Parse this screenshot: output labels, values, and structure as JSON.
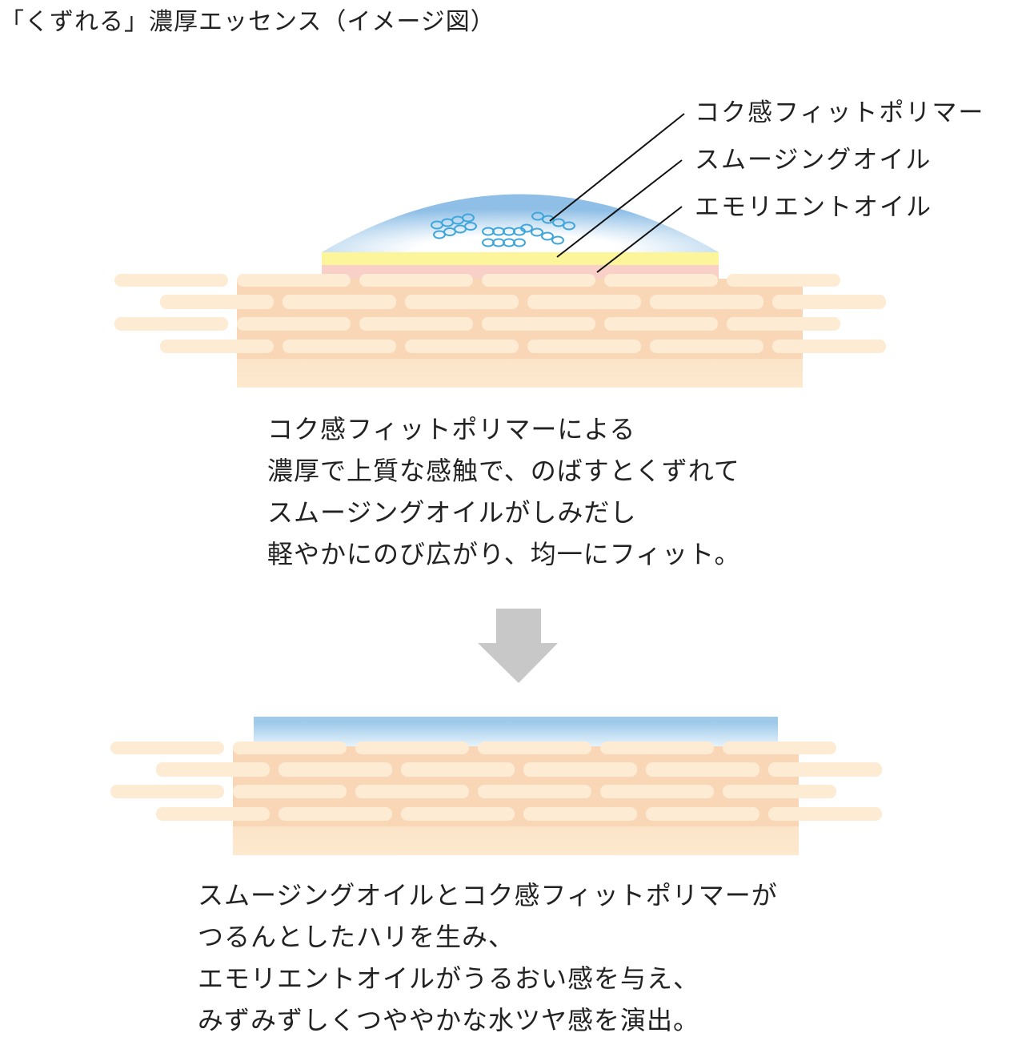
{
  "title": "「くずれる」濃厚エッセンス（イメージ図）",
  "labels": [
    "コク感フィットポリマー",
    "スムージングオイル",
    "エモリエントオイル"
  ],
  "description1": [
    "コク感フィットポリマーによる",
    "濃厚で上質な感触で、のばすとくずれて",
    "スムージングオイルがしみだし",
    "軽やかにのび広がり、均一にフィット。"
  ],
  "description2": [
    "スムージングオイルとコク感フィットポリマーが",
    "つるんとしたハリを生み、",
    "エモリエントオイルがうるおい感を与え、",
    "みずみずしくつややかな水ツヤ感を演出。"
  ],
  "colors": {
    "skin_dark": "#f9d6b5",
    "skin_light": "#fdebd3",
    "essence_blue": "#8fbfe6",
    "oil_yellow": "#fdf59a",
    "oil_pink": "#f8d0c8",
    "polymer": "#3ea6da",
    "arrow": "#c8c8c8"
  }
}
